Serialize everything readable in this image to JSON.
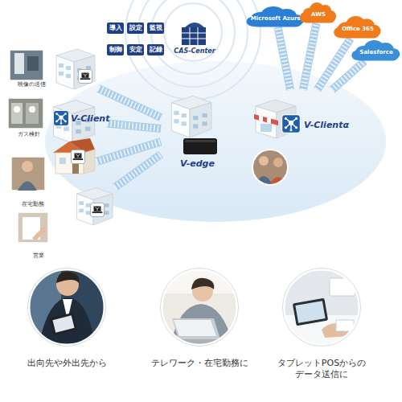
{
  "diagram": {
    "nodes": [
      {
        "text": [
          "導入"
        ]
      },
      {
        "text": [
          "設定"
        ]
      },
      {
        "text": [
          "監視"
        ]
      },
      {
        "text": [
          "制御"
        ]
      },
      {
        "text": [
          "安定"
        ]
      },
      {
        "text": [
          "記録"
        ]
      },
      {
        "text": [
          "CAS-Center"
        ]
      },
      {
        "text": [
          "映像の送信"
        ]
      },
      {
        "text": [
          "ガス検針"
        ]
      },
      {
        "text": [
          "在宅勤務"
        ]
      },
      {
        "text": [
          "営業"
        ]
      },
      {
        "text": [
          "V-edge"
        ]
      },
      {
        "text": [
          "V-Clientα"
        ]
      },
      {
        "text": [
          "Microsoft Azure"
        ]
      },
      {
        "text": [
          "AWS"
        ]
      },
      {
        "text": [
          "Office 365"
        ]
      },
      {
        "text": [
          "Salesforce"
        ]
      },
      {
        "text": [
          "出向先や外出先から"
        ]
      },
      {
        "text": [
          "テレワーク・在宅勤務に"
        ]
      },
      {
        "text": [
          "タブレットPOSからの データ送信に"
        ]
      }
    ],
    "edges": [
      {
        "from": 7,
        "to": 11,
        "arrow": "none"
      },
      {
        "from": 8,
        "to": 11,
        "arrow": "none"
      },
      {
        "from": 9,
        "to": 11,
        "arrow": "none"
      },
      {
        "from": 10,
        "to": 11,
        "arrow": "none"
      },
      {
        "from": 12,
        "to": 13,
        "arrow": "none"
      },
      {
        "from": 12,
        "to": 14,
        "arrow": "none"
      },
      {
        "from": 12,
        "to": 15,
        "arrow": "none"
      },
      {
        "from": 12,
        "to": 16,
        "arrow": "none"
      }
    ],
    "labels": [
      "V-Client"
    ]
  }
}
